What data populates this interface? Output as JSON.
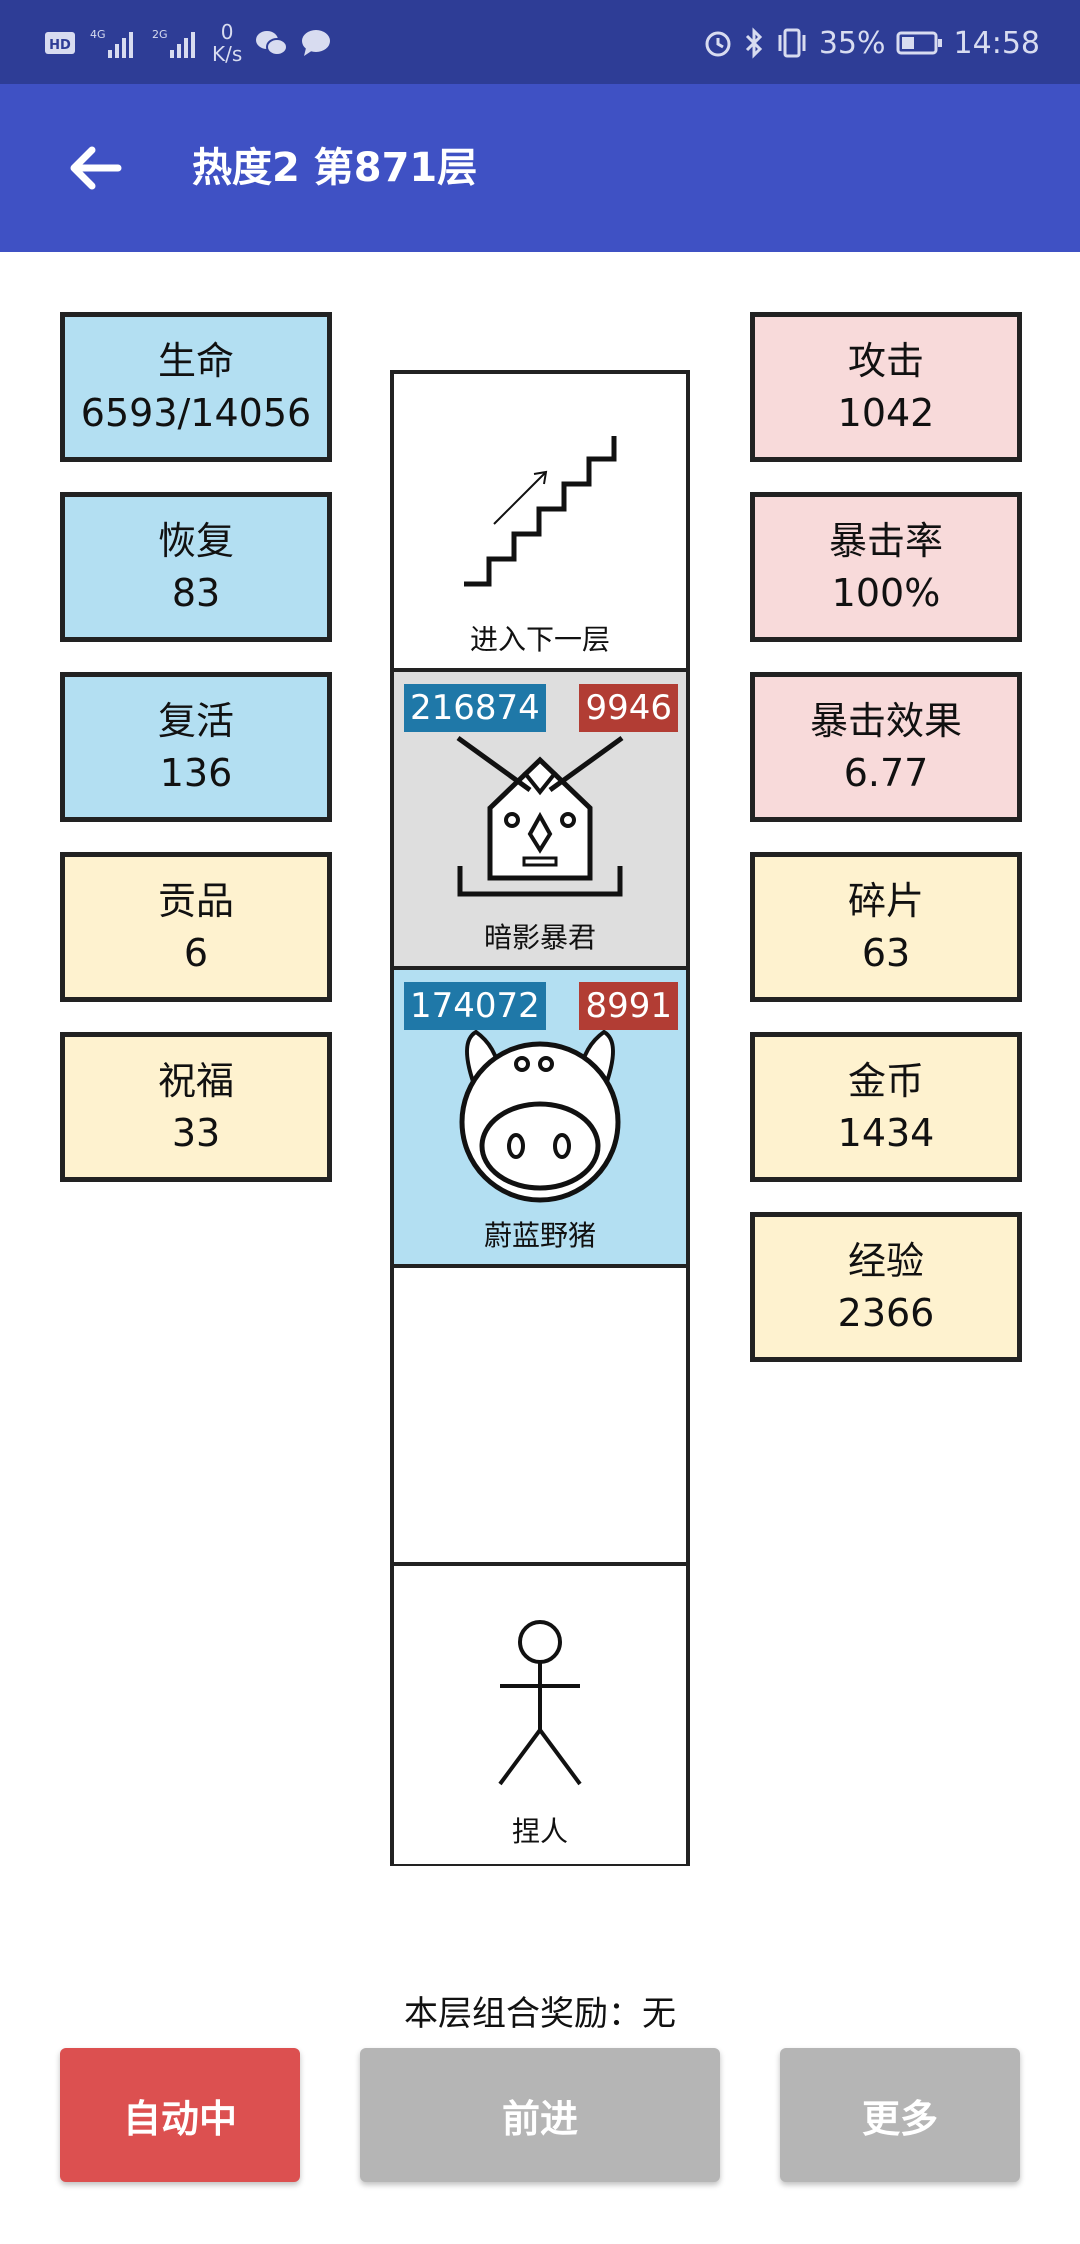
{
  "status_bar": {
    "net_speed_value": "0",
    "net_speed_unit": "K/s",
    "battery": "35%",
    "time": "14:58",
    "icons": [
      "hd-icon",
      "signal-4g-icon",
      "signal-2g-icon",
      "wechat-icon",
      "message-icon",
      "alarm-icon",
      "bluetooth-icon",
      "vibrate-icon",
      "battery-icon"
    ]
  },
  "header": {
    "title": "热度2 第871层"
  },
  "stats_left": [
    {
      "label": "生命",
      "value": "6593/14056"
    },
    {
      "label": "恢复",
      "value": "83"
    },
    {
      "label": "复活",
      "value": "136"
    },
    {
      "label": "贡品",
      "value": "6"
    },
    {
      "label": "祝福",
      "value": "33"
    }
  ],
  "stats_right": [
    {
      "label": "攻击",
      "value": "1042"
    },
    {
      "label": "暴击率",
      "value": "100%"
    },
    {
      "label": "暴击效果",
      "value": "6.77"
    },
    {
      "label": "碎片",
      "value": "63"
    },
    {
      "label": "金币",
      "value": "1434"
    },
    {
      "label": "经验",
      "value": "2366"
    }
  ],
  "tower": {
    "stairs_label": "进入下一层",
    "monsters": [
      {
        "name": "暗影暴君",
        "hp": "216874",
        "attack": "9946",
        "icon": "shadow-tyrant-icon"
      },
      {
        "name": "蔚蓝野猪",
        "hp": "174072",
        "attack": "8991",
        "icon": "boar-icon"
      }
    ],
    "player_label": "捏人"
  },
  "combo_reward": "本层组合奖励：无",
  "buttons": {
    "auto": "自动中",
    "forward": "前进",
    "more": "更多"
  },
  "colors": {
    "status_bar": "#2e3d96",
    "app_bar": "#3f51c4",
    "card_blue": "#b3dff2",
    "card_pink": "#f8dada",
    "card_yellow": "#fef2cf",
    "hp_tag": "#1f78a8",
    "attack_tag": "#b23d34",
    "auto_button": "#dc5050",
    "inactive_button": "#b5b5b5"
  }
}
